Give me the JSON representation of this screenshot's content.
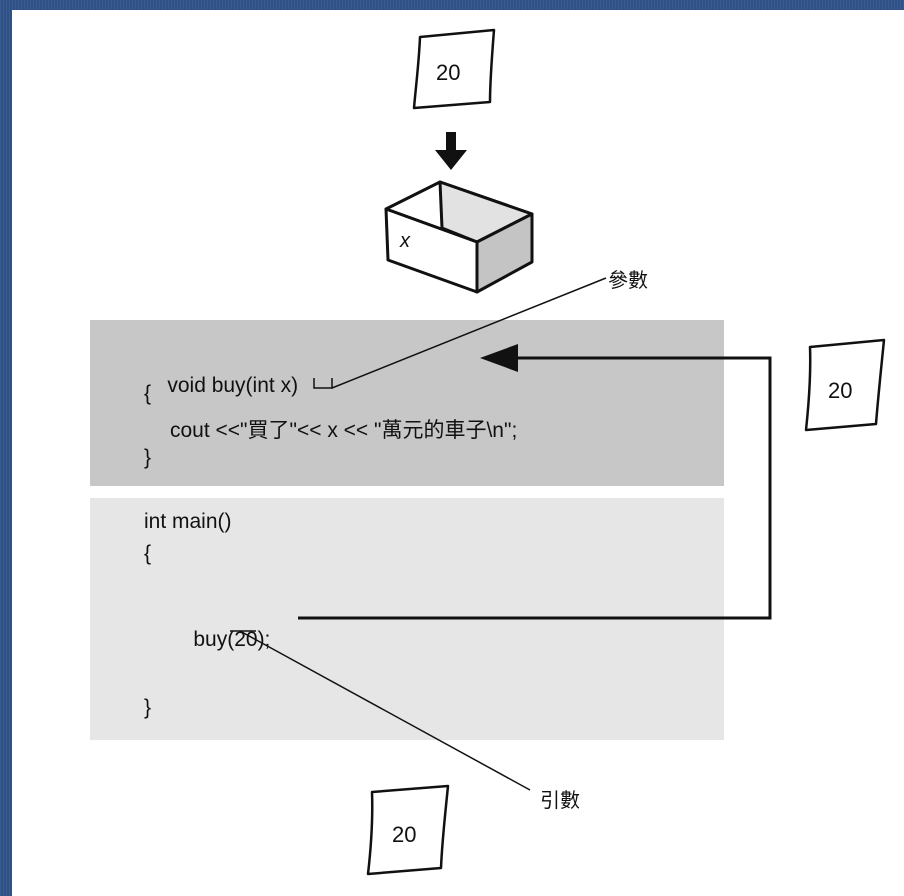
{
  "cards": {
    "top": "20",
    "right": "20",
    "bottom": "20"
  },
  "box": {
    "variable": "x"
  },
  "labels": {
    "parameter": "參數",
    "argument": "引數"
  },
  "code": {
    "func": {
      "line1_pre": "void buy(int ",
      "line1_param": "x",
      "line1_post": ")",
      "line2": "{",
      "line3": "cout <<\"買了\"<< x << \"萬元的車子\\n\";",
      "line4": "}"
    },
    "main": {
      "line1": "int main()",
      "line2": "{",
      "call_pre": "buy(",
      "call_arg": "20",
      "call_post": ");",
      "line_end": "}"
    }
  },
  "colors": {
    "background": "#2f5187",
    "func_block": "#c7c7c7",
    "main_block": "#e6e6e6"
  }
}
